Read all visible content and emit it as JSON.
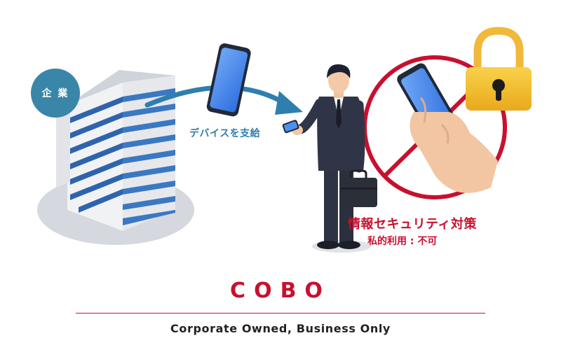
{
  "labels": {
    "company": "企 業",
    "supply_device": "デバイスを支給",
    "security_title": "情報セキュリティ対策",
    "private_use": "私的利用 : 不可"
  },
  "footer": {
    "title": "COBO",
    "subtitle": "Corporate Owned, Business Only"
  },
  "colors": {
    "accent_red": "#c8102e",
    "accent_blue": "#2f7fae",
    "company_circle": "#3a86a8",
    "lock_gold": "#f2bd2a"
  },
  "icons": [
    "building-icon",
    "smartphone-icon",
    "arrow-icon",
    "businessman-icon",
    "briefcase-icon",
    "prohibition-icon",
    "hand-icon",
    "lock-icon"
  ]
}
